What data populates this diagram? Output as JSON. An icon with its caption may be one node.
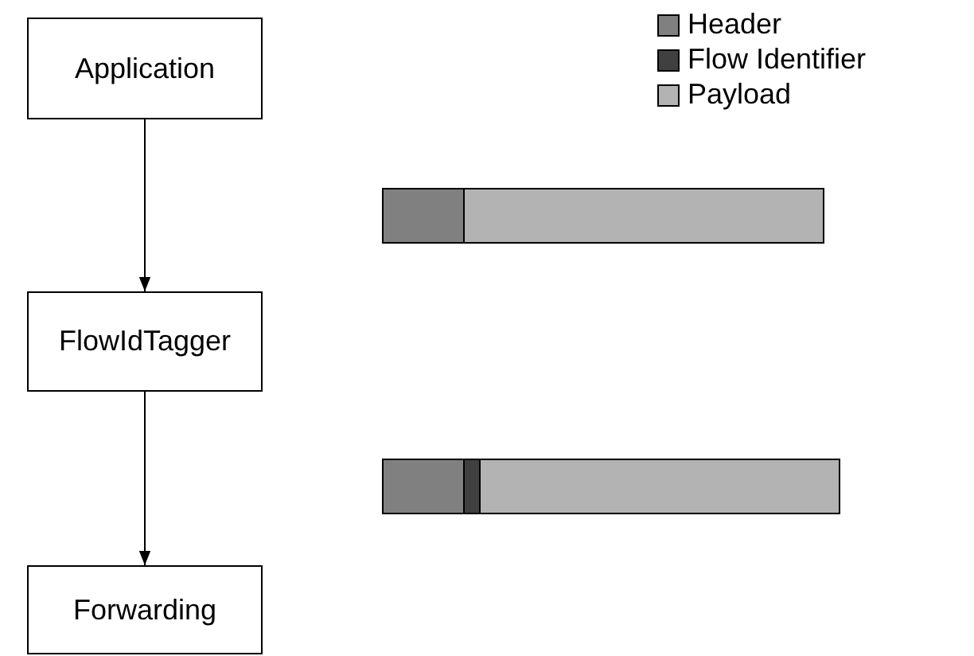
{
  "diagram": {
    "nodes": [
      {
        "text": [
          "Application"
        ]
      },
      {
        "text": [
          "FlowIdTagger"
        ]
      },
      {
        "text": [
          "Forwarding"
        ]
      }
    ],
    "edges": [
      {
        "from": 0,
        "to": 1,
        "arrow": "to"
      },
      {
        "from": 1,
        "to": 2,
        "arrow": "to"
      }
    ],
    "legend": [
      {
        "text": "Header",
        "color": "#808080"
      },
      {
        "text": "Flow Identifier",
        "color": "#404040"
      },
      {
        "text": "Payload",
        "color": "#b3b3b3"
      }
    ]
  }
}
